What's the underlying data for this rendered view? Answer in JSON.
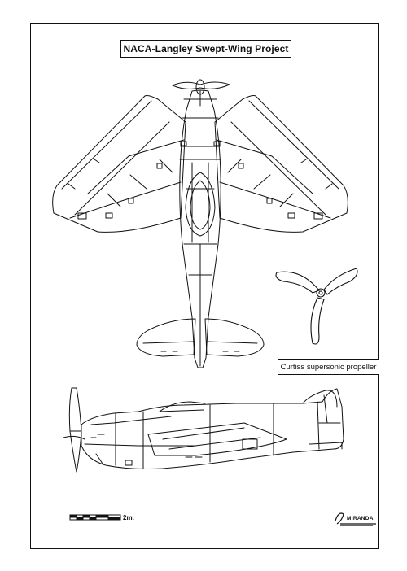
{
  "title": "NACA-Langley Swept-Wing Project",
  "propeller_caption": "Curtiss supersonic propeller",
  "scale_label": "2m.",
  "logo": {
    "text": "MIRANDA"
  },
  "colors": {
    "ink": "#111111",
    "paper": "#ffffff"
  }
}
